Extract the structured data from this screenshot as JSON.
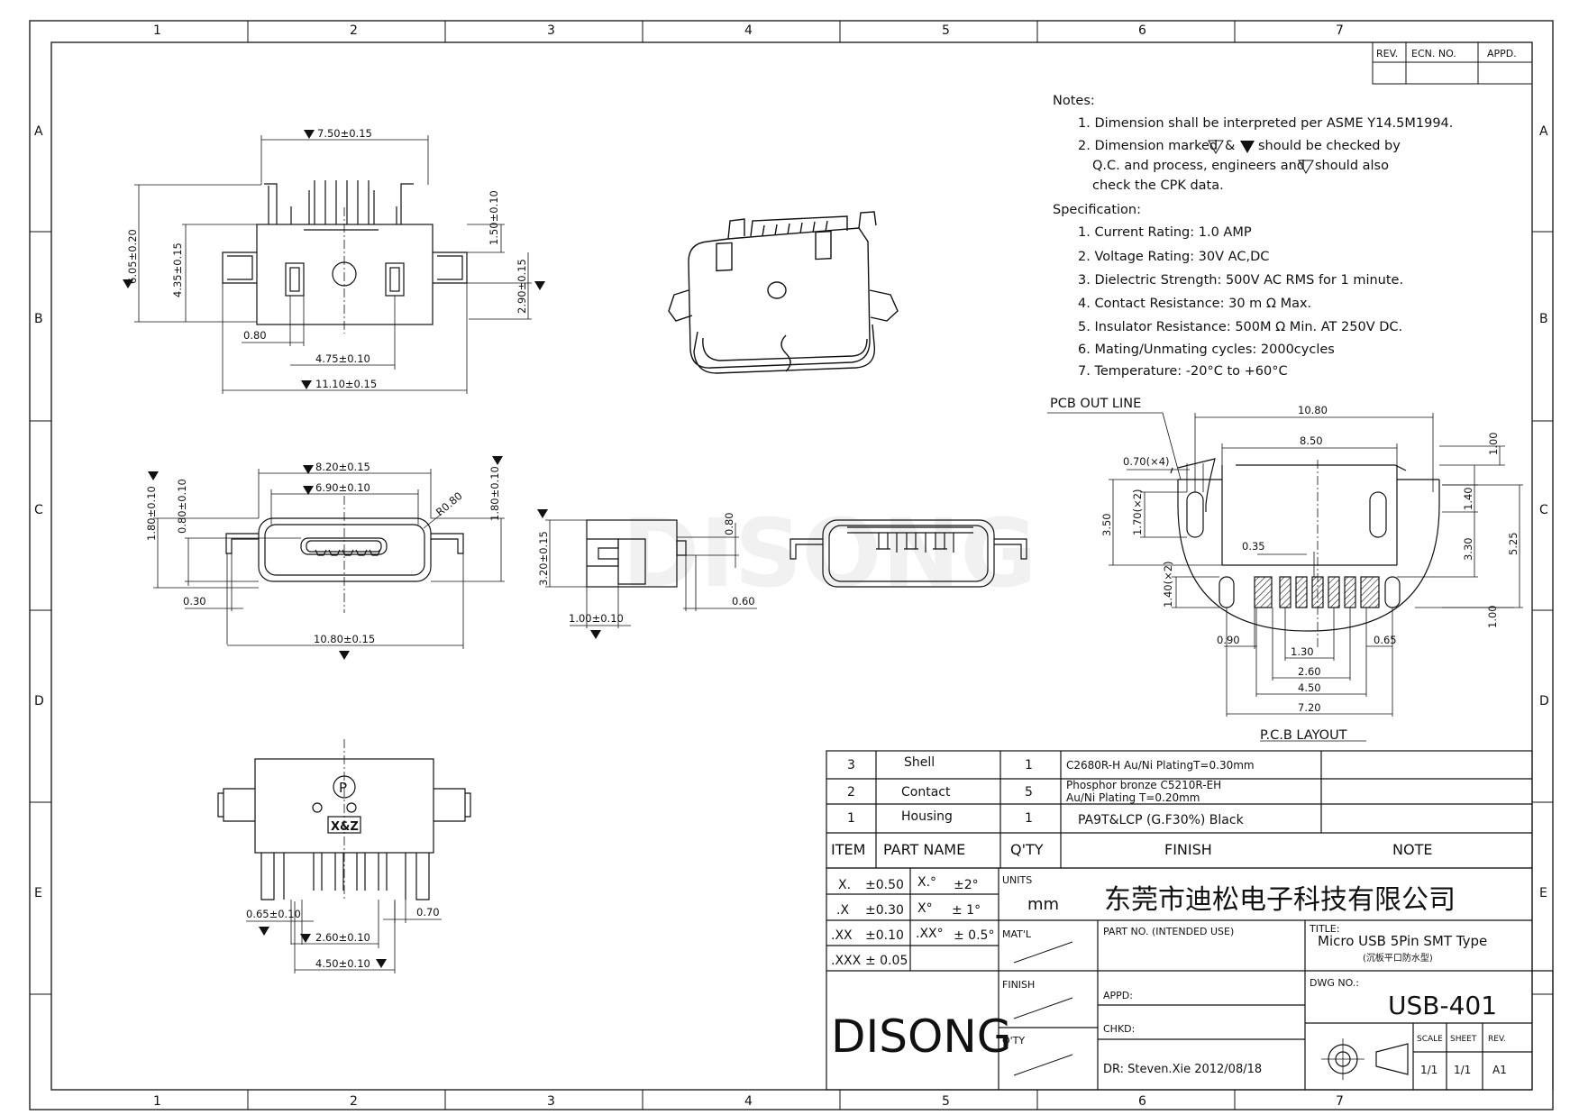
{
  "frame": {
    "cols": [
      "1",
      "2",
      "3",
      "4",
      "5",
      "6",
      "7"
    ],
    "rows": [
      "A",
      "B",
      "C",
      "D",
      "E"
    ]
  },
  "revision_block": {
    "rev": "REV.",
    "ecn": "ECN. NO.",
    "appd": "APPD."
  },
  "notes": {
    "title": "Notes:",
    "items": [
      "1. Dimension shall be interpreted per ASME Y14.5M1994.",
      "2. Dimension marked",
      "&",
      "should be checked by",
      "Q.C. and process, engineers and",
      "should also",
      "check the CPK data."
    ]
  },
  "specification": {
    "title": "Specification:",
    "items": [
      "1. Current Rating: 1.0 AMP",
      "2. Voltage Rating: 30V AC,DC",
      "3. Dielectric Strength: 500V AC RMS for 1 minute.",
      "4. Contact Resistance: 30 m Ω Max.",
      "5. Insulator Resistance: 500M Ω Min. AT 250V DC.",
      "6. Mating/Unmating cycles: 2000cycles",
      "7. Temperature: -20°C to +60°C"
    ]
  },
  "top_view": {
    "d1": "7.50±0.15",
    "d2": "6.05±0.20",
    "d3": "4.35±0.15",
    "d4": "1.50±0.10",
    "d5": "2.90±0.15",
    "d6": "0.80",
    "d7": "4.75±0.10",
    "d8": "11.10±0.15"
  },
  "front_view": {
    "d1": "8.20±0.15",
    "d2": "6.90±0.10",
    "d3": "R0.80",
    "d4": "1.80±0.10",
    "d5": "0.80±0.10",
    "d6": "1.80±0.10",
    "d7": "0.30",
    "d8": "10.80±0.15"
  },
  "side_view": {
    "d1": "3.20±0.15",
    "d2": "0.80",
    "d3": "0.60",
    "d4": "1.00±0.10"
  },
  "bottom_view": {
    "mark": "X&Z",
    "logo": "P",
    "d1": "0.65±0.10",
    "d2": "0.70",
    "d3": "2.60±0.10",
    "d4": "4.50±0.10"
  },
  "watermark": "DISONG",
  "pcb": {
    "outline_label": "PCB OUT LINE",
    "layout_label": "P.C.B LAYOUT",
    "d_10_80": "10.80",
    "d_8_50": "8.50",
    "d_0_70": "0.70(×4)",
    "d_3_50": "3.50",
    "d_1_70": "1.70(×2)",
    "d_0_35": "0.35",
    "d_1_40": "1.40(×2)",
    "d_1_00a": "1.00",
    "d_1_40b": "1.40",
    "d_3_30": "3.30",
    "d_5_25": "5.25",
    "d_1_00b": "1.00",
    "d_0_90": "0.90",
    "d_1_30": "1.30",
    "d_0_65": "0.65",
    "d_2_60": "2.60",
    "d_4_50": "4.50",
    "d_7_20": "7.20"
  },
  "bom": {
    "rows": [
      {
        "item": "3",
        "name": "Shell",
        "qty": "1",
        "finish": [
          "C2680R-H  Au/Ni  PlatingT=0.30mm"
        ]
      },
      {
        "item": "2",
        "name": "Contact",
        "qty": "5",
        "finish": [
          "Phosphor bronze C5210R-EH",
          "Au/Ni  Plating  T=0.20mm"
        ]
      },
      {
        "item": "1",
        "name": "Housing",
        "qty": "1",
        "finish": [
          "PA9T&LCP (G.F30%) Black"
        ]
      }
    ],
    "header": {
      "item": "ITEM",
      "name": "PART  NAME",
      "qty": "Q'TY",
      "finish": "FINISH",
      "note": "NOTE"
    }
  },
  "title_block": {
    "tol": [
      {
        "a": "X.",
        "b": "±0.50",
        "c": "X.°",
        "d": "±2°"
      },
      {
        "a": ".X",
        "b": "±0.30",
        "c": "X°",
        "d": "±  1°"
      },
      {
        "a": ".XX",
        "b": "±0.10",
        "c": ".XX°",
        "d": "± 0.5°"
      },
      {
        "a": ".XXX",
        "b": "± 0.05",
        "c": "",
        "d": ""
      }
    ],
    "units_label": "UNITS",
    "units_value": "mm",
    "company": "东莞市迪松电子科技有限公司",
    "matl": "MAT'L",
    "part_no": "PART  NO. (INTENDED  USE)",
    "title_label": "TITLE:",
    "title": "Micro USB 5Pin SMT Type",
    "title_sub": "(沉板平口防水型)",
    "finish": "FINISH",
    "qty": "Q'TY",
    "appd": "APPD:",
    "chkd": "CHKD:",
    "dr": "DR:   Steven.Xie  2012/08/18",
    "dwg_label": "DWG NO.:",
    "dwg_no": "USB-401",
    "logo": "DISONG",
    "scale_label": "SCALE",
    "scale": "1/1",
    "sheet_label": "SHEET",
    "sheet": "1/1",
    "rev_label": "REV.",
    "rev": "A1"
  }
}
